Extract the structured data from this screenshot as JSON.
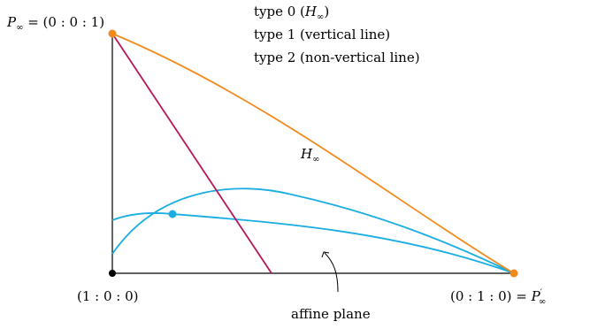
{
  "labels": {
    "p_inf_var": "P",
    "p_inf_sub": "∞",
    "p_inf_coords": " = (0 : 0 : 1)",
    "origin": "(1 : 0 : 0)",
    "right_coords": "(0 : 1 : 0) = ",
    "right_var": "P",
    "right_sup": "′",
    "right_sub": "∞",
    "h_inf_var": "H",
    "h_inf_sub": "∞",
    "affine_plane": "affine plane"
  },
  "legend": {
    "type0_prefix": "type 0 (",
    "type0_var": "H",
    "type0_sub": "∞",
    "type0_suffix": ")",
    "type1": "type 1 (vertical line)",
    "type2": "type 2 (non-vertical line)"
  },
  "colors": {
    "type0": "#f28a1e",
    "type1": "#b5175b",
    "type2": "#1aaee0",
    "axis": "#000000"
  }
}
